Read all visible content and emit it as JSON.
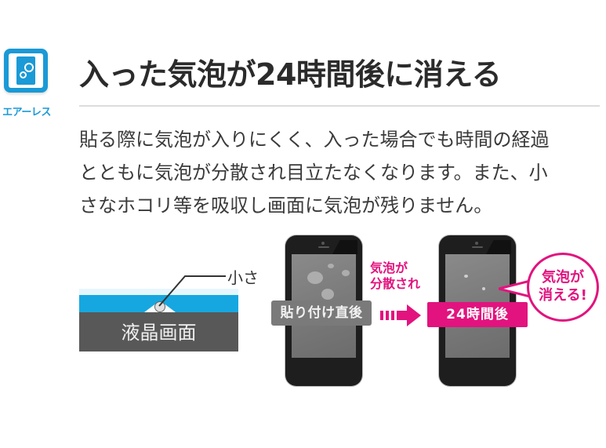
{
  "feature": {
    "icon": "airless-bubble-icon",
    "label": "エアーレス",
    "accent_color": "#1a9ad6"
  },
  "heading": {
    "title": "入った気泡が24時間後に消える"
  },
  "description": {
    "lines": [
      "貼る際に気泡が入りにくく、入った場合でも時間の経過",
      "とともに気泡が分散され目立たなくなります。また、小",
      "さなホコリ等を吸収し画面に気泡が残りません。"
    ]
  },
  "diagram": {
    "lcd_label": "液晶画面",
    "small_label": "小さ",
    "before_tag": "貼り付け直後",
    "transition_label_line1": "気泡が",
    "transition_label_line2": "分散され",
    "after_tag": "24時間後",
    "speech_line1": "気泡が",
    "speech_line2": "消える!",
    "highlight_color": "#e2137e",
    "film_color": "#16a7e0"
  }
}
